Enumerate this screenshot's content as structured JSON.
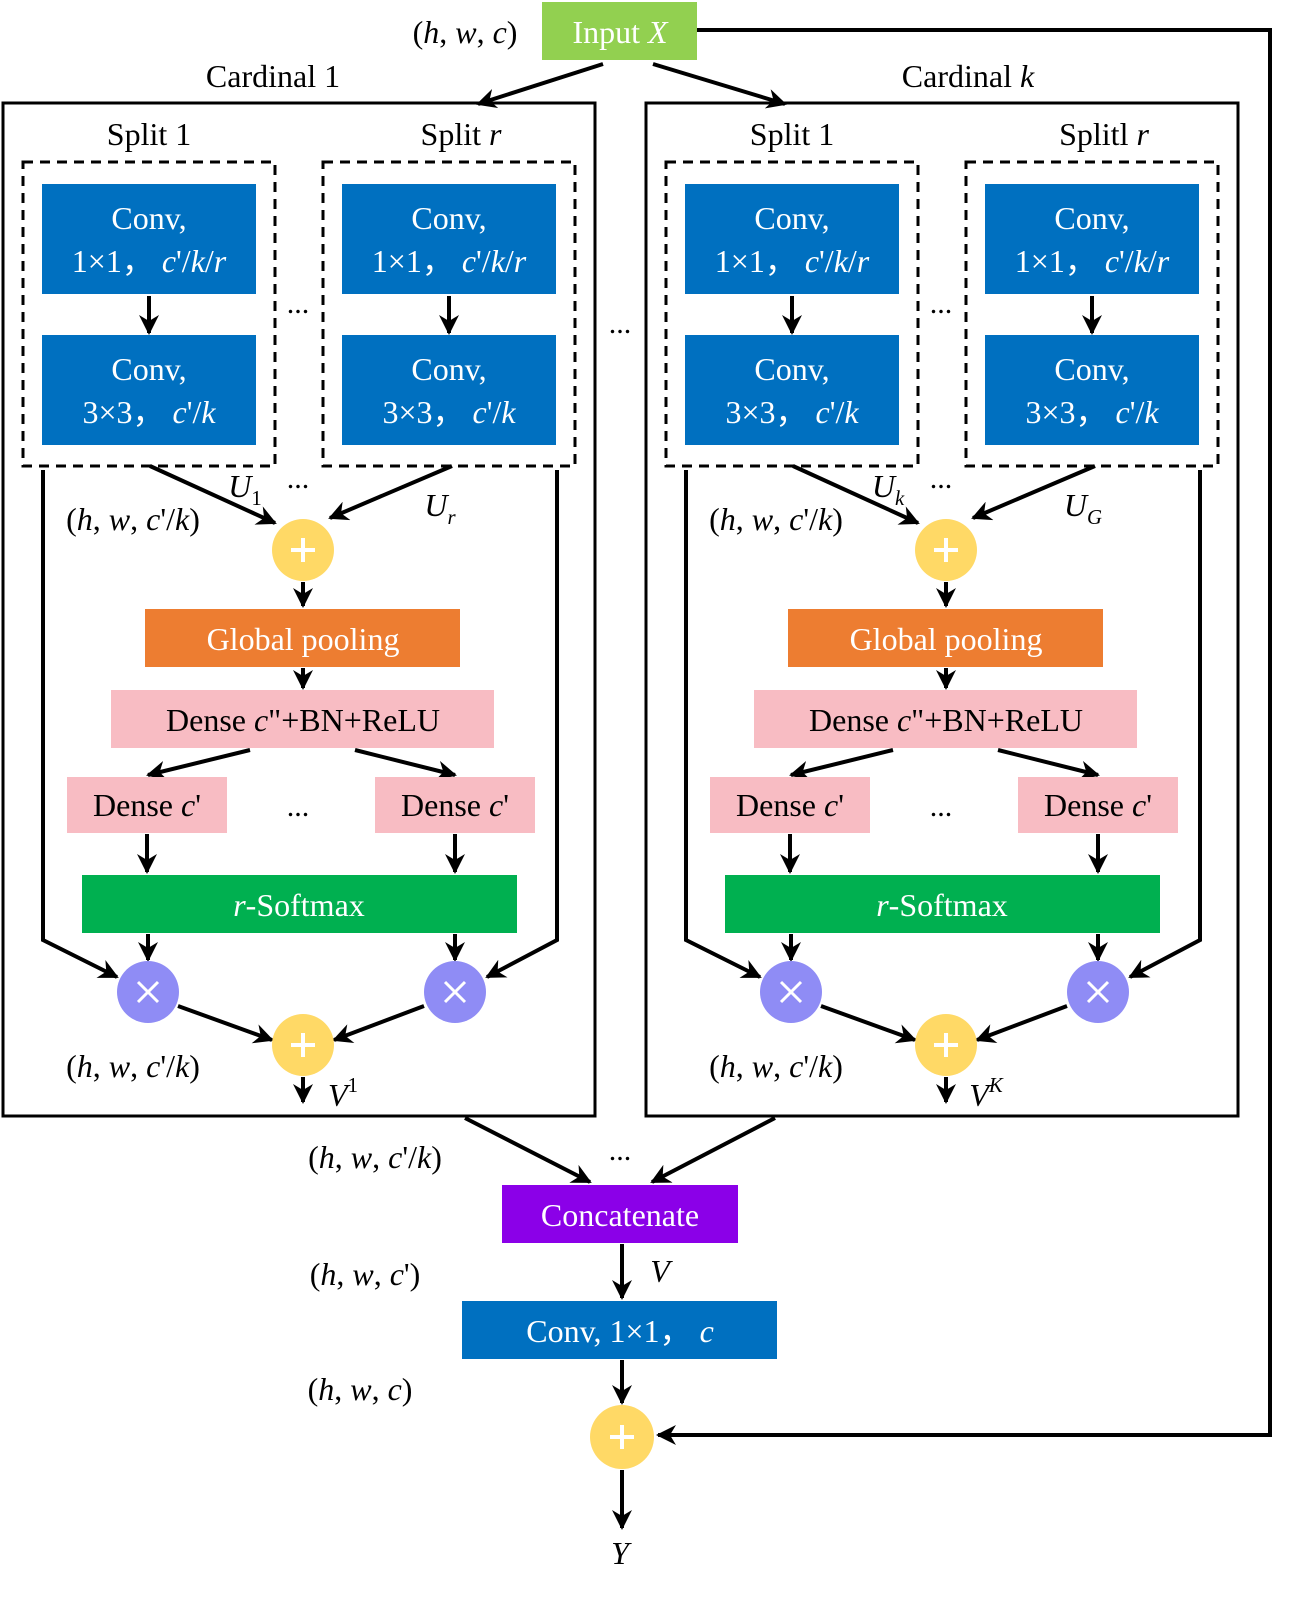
{
  "input": {
    "text": "Input ",
    "var": "X",
    "color": "#92D050"
  },
  "shapes": {
    "top": "(h, w, c)",
    "branch": "(h, w, c'/k)",
    "cardinal_out": "(h, w, c'/k)",
    "concat_in": "(h, w, c'/k)",
    "concat_out": "(h, w, c')",
    "conv_out": "(h, w, c)"
  },
  "cardinals": [
    {
      "title": "Cardinal 1",
      "splits": [
        "Split 1",
        "Split r"
      ],
      "u_labels": [
        "U",
        "1",
        "U",
        "r"
      ],
      "v_label": [
        "V",
        "1"
      ]
    },
    {
      "title": "Cardinal k",
      "splits": [
        "Split 1",
        "Splitl r"
      ],
      "u_labels": [
        "U",
        "k",
        "U",
        "G"
      ],
      "v_label": [
        "V",
        "K"
      ]
    }
  ],
  "blocks": {
    "conv1": [
      "Conv,",
      "1×1，c'/k/r"
    ],
    "conv3": [
      "Conv,",
      "3×3，c'/k"
    ],
    "global_pooling": "Global pooling",
    "dense_mid": "Dense c\"+BN+ReLU",
    "dense_out": "Dense c'",
    "softmax": "r-Softmax",
    "concatenate": "Concatenate",
    "v_label": "V",
    "conv_final": "Conv, 1×1，c",
    "output": "Y",
    "ellipsis": "..."
  },
  "colors": {
    "conv": "#0070C0",
    "pooling": "#ED7D31",
    "dense": "#F8BCC3",
    "softmax": "#00B050",
    "add": "#FFD966",
    "mul": "#8F8CF5",
    "concat": "#8B00E8",
    "input": "#92D050"
  }
}
